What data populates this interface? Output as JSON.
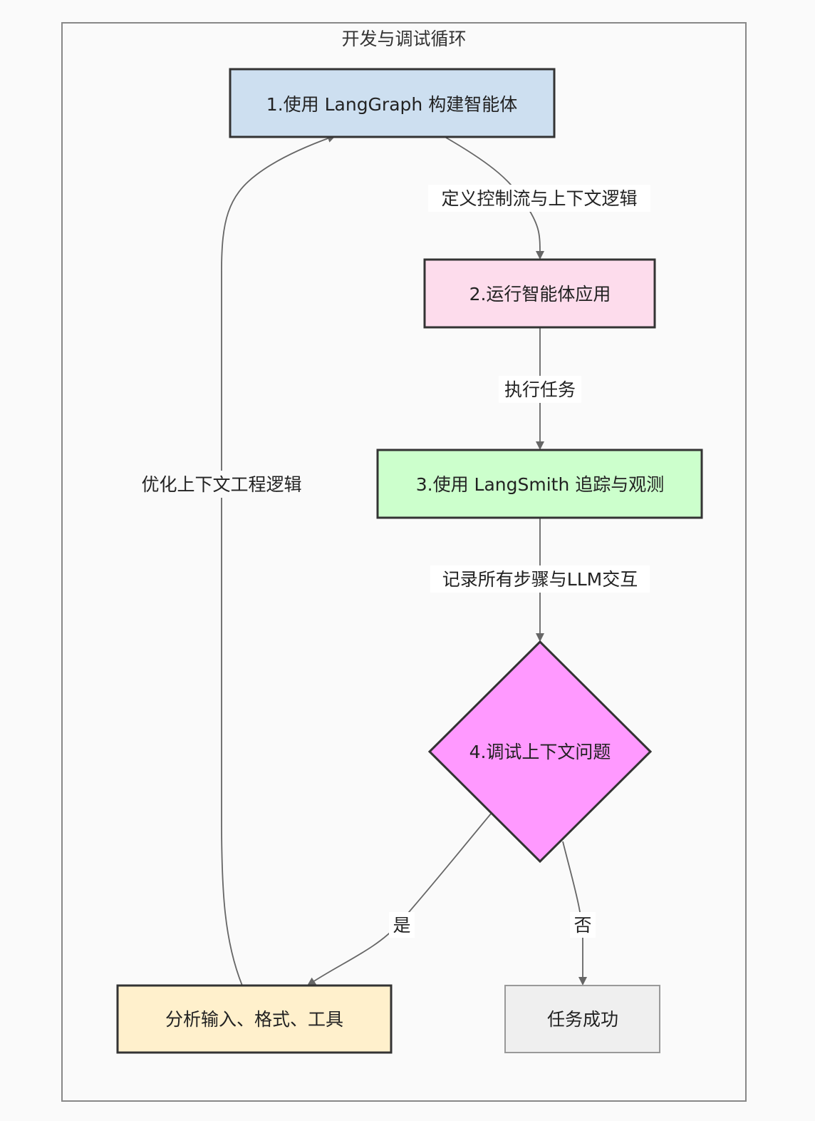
{
  "diagram": {
    "title": "开发与调试循环",
    "nodes": [
      {
        "id": "n1",
        "label": "1.使用 LangGraph 构建智能体",
        "shape": "rect",
        "fill": "#cddff0"
      },
      {
        "id": "n2",
        "label": "2.运行智能体应用",
        "shape": "rect",
        "fill": "#fddcec"
      },
      {
        "id": "n3",
        "label": "3.使用 LangSmith 追踪与观测",
        "shape": "rect",
        "fill": "#ccffcc"
      },
      {
        "id": "n4",
        "label": "4.调试上下文问题",
        "shape": "diamond",
        "fill": "#ff99ff"
      },
      {
        "id": "n5",
        "label": "分析输入、格式、工具",
        "shape": "rect",
        "fill": "#fff0cc"
      },
      {
        "id": "n6",
        "label": "任务成功",
        "shape": "rect",
        "fill": "#efefef"
      }
    ],
    "edges": [
      {
        "from": "n1",
        "to": "n2",
        "label": "定义控制流与上下文逻辑"
      },
      {
        "from": "n2",
        "to": "n3",
        "label": "执行任务"
      },
      {
        "from": "n3",
        "to": "n4",
        "label": "记录所有步骤与LLM交互"
      },
      {
        "from": "n4",
        "to": "n5",
        "label": "是"
      },
      {
        "from": "n4",
        "to": "n6",
        "label": "否"
      },
      {
        "from": "n5",
        "to": "n1",
        "label": "优化上下文工程逻辑"
      }
    ],
    "colors": {
      "frame_border": "#888888",
      "node_border": "#333333",
      "edge": "#666666",
      "muted_border": "#999999"
    }
  }
}
